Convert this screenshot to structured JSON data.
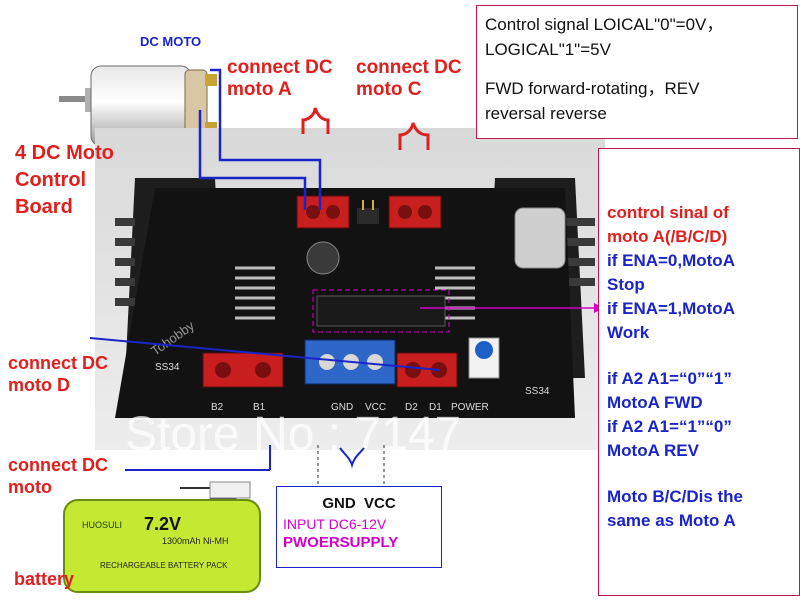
{
  "motor": {
    "title": "DC MOTO"
  },
  "labels": {
    "board": [
      "4 DC Moto",
      "Control",
      "Board"
    ],
    "connect_a": [
      "connect DC",
      "moto A"
    ],
    "connect_c": [
      "connect DC",
      "moto C"
    ],
    "connect_d": [
      "connect DC",
      "moto D"
    ],
    "connect_moto": [
      "connect DC",
      "moto"
    ],
    "battery": "battery"
  },
  "signal_box": {
    "line1": "Control signal  LOICAL\"0\"=0V，",
    "line2": "LOGICAL\"1\"=5V",
    "line3": "FWD forward-rotating，REV",
    "line4": "reversal reverse"
  },
  "control_box": {
    "heading1": "control sinal of",
    "heading2": "moto A(/B/C/D)",
    "lines": [
      "if ENA=0,MotoA",
      "Stop",
      "if ENA=1,MotoA",
      "Work",
      "",
      "if A2 A1=“0”“1”",
      "MotoA FWD",
      "if A2 A1=“1”“0”",
      "MotoA REV",
      "",
      "Moto B/C/Dis the",
      "same as Moto A"
    ]
  },
  "power_box": {
    "pins": "GND  VCC",
    "input": "INPUT  DC6-12V",
    "supply": "PWOERSUPPLY"
  },
  "board": {
    "chip_label_left": "SS34",
    "chip_label_right": "SS34",
    "terminal_labels": [
      "B2",
      "B1",
      "GND",
      "VCC",
      "D2",
      "D1",
      "POWER"
    ],
    "watermark_small": "Tohobby",
    "watermark_big": "Store No : 7147"
  },
  "battery": {
    "voltage": "7.2V",
    "brand": "HUOSULI",
    "spec": "1300mAh Ni-MH",
    "text": "RECHARGEABLE BATTERY PACK"
  },
  "colors": {
    "red": "#e0201e",
    "blue": "#1b24c8",
    "magenta": "#d400c8",
    "box_border": "#c01848",
    "pcb": "#121212"
  }
}
